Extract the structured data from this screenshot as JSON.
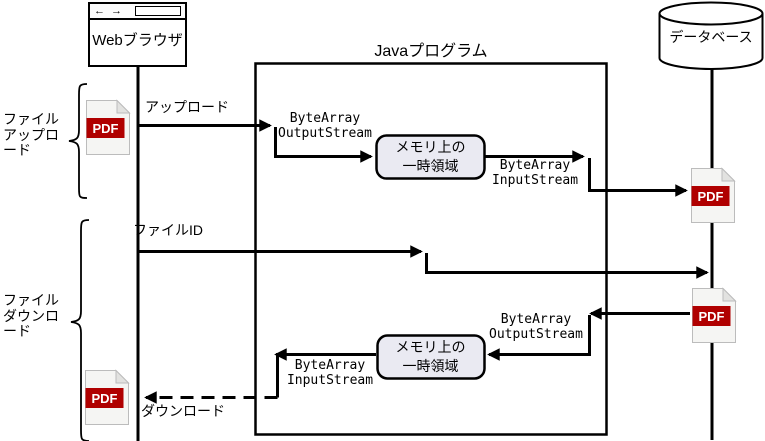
{
  "browser": {
    "title": "Webブラウザ",
    "back_icon": "←",
    "forward_icon": "→"
  },
  "java_box": {
    "label": "Javaプログラム"
  },
  "database": {
    "label": "データベース"
  },
  "brackets": {
    "upload": {
      "lines": [
        "ファイル",
        "アップロ",
        "ード"
      ]
    },
    "download": {
      "lines": [
        "ファイル",
        "ダウンロ",
        "ード"
      ]
    }
  },
  "flows": {
    "upload_label": "アップロード",
    "file_id_label": "ファイルID",
    "download_label": "ダウンロード",
    "byte_array_output_upload": {
      "lines": [
        "ByteArray",
        "OutputStream"
      ]
    },
    "byte_array_input_upload": {
      "lines": [
        "ByteArray",
        "InputStream"
      ]
    },
    "byte_array_output_download": {
      "lines": [
        "ByteArray",
        "OutputStream"
      ]
    },
    "byte_array_input_download": {
      "lines": [
        "ByteArray",
        "InputStream"
      ]
    }
  },
  "memory_boxes": {
    "upload": {
      "lines": [
        "メモリ上の",
        "一時領域"
      ]
    },
    "download": {
      "lines": [
        "メモリ上の",
        "一時領域"
      ]
    }
  },
  "pdf_icon": {
    "label": "PDF"
  },
  "colors": {
    "line": "#000000",
    "pdf_red": "#b00000",
    "pdf_page": "#f5f5f3",
    "memory_fill": "#eaeaf2"
  }
}
